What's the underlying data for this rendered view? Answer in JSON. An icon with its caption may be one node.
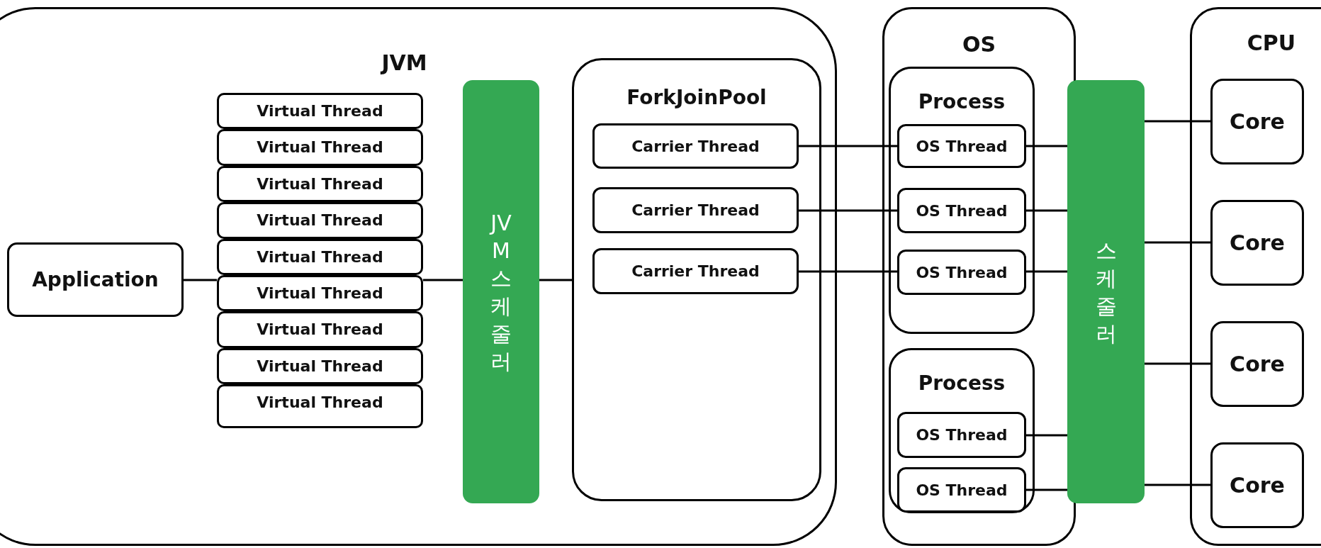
{
  "diagram": {
    "nodes": [
      {
        "text": [
          "JVM"
        ]
      },
      {
        "text": [
          "Application"
        ],
        "in": 0
      },
      {
        "text": [
          "Virtual Thread"
        ],
        "in": 0
      },
      {
        "text": [
          "Virtual Thread"
        ],
        "in": 0
      },
      {
        "text": [
          "Virtual Thread"
        ],
        "in": 0
      },
      {
        "text": [
          "Virtual Thread"
        ],
        "in": 0
      },
      {
        "text": [
          "Virtual Thread"
        ],
        "in": 0
      },
      {
        "text": [
          "Virtual Thread"
        ],
        "in": 0
      },
      {
        "text": [
          "Virtual Thread"
        ],
        "in": 0
      },
      {
        "text": [
          "Virtual Thread"
        ],
        "in": 0
      },
      {
        "text": [
          "Virtual Thread"
        ],
        "in": 0
      },
      {
        "text": [
          "JVM 스케줄러"
        ],
        "in": 0
      },
      {
        "text": [
          "ForkJoinPool"
        ],
        "in": 0
      },
      {
        "text": [
          "Carrier Thread"
        ],
        "in": 12
      },
      {
        "text": [
          "Carrier Thread"
        ],
        "in": 12
      },
      {
        "text": [
          "Carrier Thread"
        ],
        "in": 12
      },
      {
        "text": [
          "OS"
        ]
      },
      {
        "text": [
          "Process"
        ],
        "in": 16
      },
      {
        "text": [
          "OS Thread"
        ],
        "in": 17
      },
      {
        "text": [
          "OS Thread"
        ],
        "in": 17
      },
      {
        "text": [
          "OS Thread"
        ],
        "in": 17
      },
      {
        "text": [
          "Process"
        ],
        "in": 16
      },
      {
        "text": [
          "OS Thread"
        ],
        "in": 21
      },
      {
        "text": [
          "OS Thread"
        ],
        "in": 21
      },
      {
        "text": [
          "스케줄러"
        ]
      },
      {
        "text": [
          "CPU"
        ]
      },
      {
        "text": [
          "Core"
        ],
        "in": 25
      },
      {
        "text": [
          "Core"
        ],
        "in": 25
      },
      {
        "text": [
          "Core"
        ],
        "in": 25
      },
      {
        "text": [
          "Core"
        ],
        "in": 25
      }
    ],
    "edges": [
      {
        "from": 1,
        "to": 7,
        "arrow": "none"
      },
      {
        "from": 7,
        "to": 11,
        "arrow": "none"
      },
      {
        "from": 11,
        "to": 12,
        "arrow": "none"
      },
      {
        "from": 13,
        "to": 18,
        "arrow": "none"
      },
      {
        "from": 14,
        "to": 19,
        "arrow": "none"
      },
      {
        "from": 15,
        "to": 20,
        "arrow": "none"
      },
      {
        "from": 18,
        "to": 24,
        "arrow": "none"
      },
      {
        "from": 19,
        "to": 24,
        "arrow": "none"
      },
      {
        "from": 20,
        "to": 24,
        "arrow": "none"
      },
      {
        "from": 22,
        "to": 24,
        "arrow": "none"
      },
      {
        "from": 23,
        "to": 24,
        "arrow": "none"
      },
      {
        "from": 24,
        "to": 26,
        "arrow": "none"
      },
      {
        "from": 24,
        "to": 27,
        "arrow": "none"
      },
      {
        "from": 24,
        "to": 28,
        "arrow": "none"
      },
      {
        "from": 24,
        "to": 29,
        "arrow": "none"
      }
    ]
  }
}
